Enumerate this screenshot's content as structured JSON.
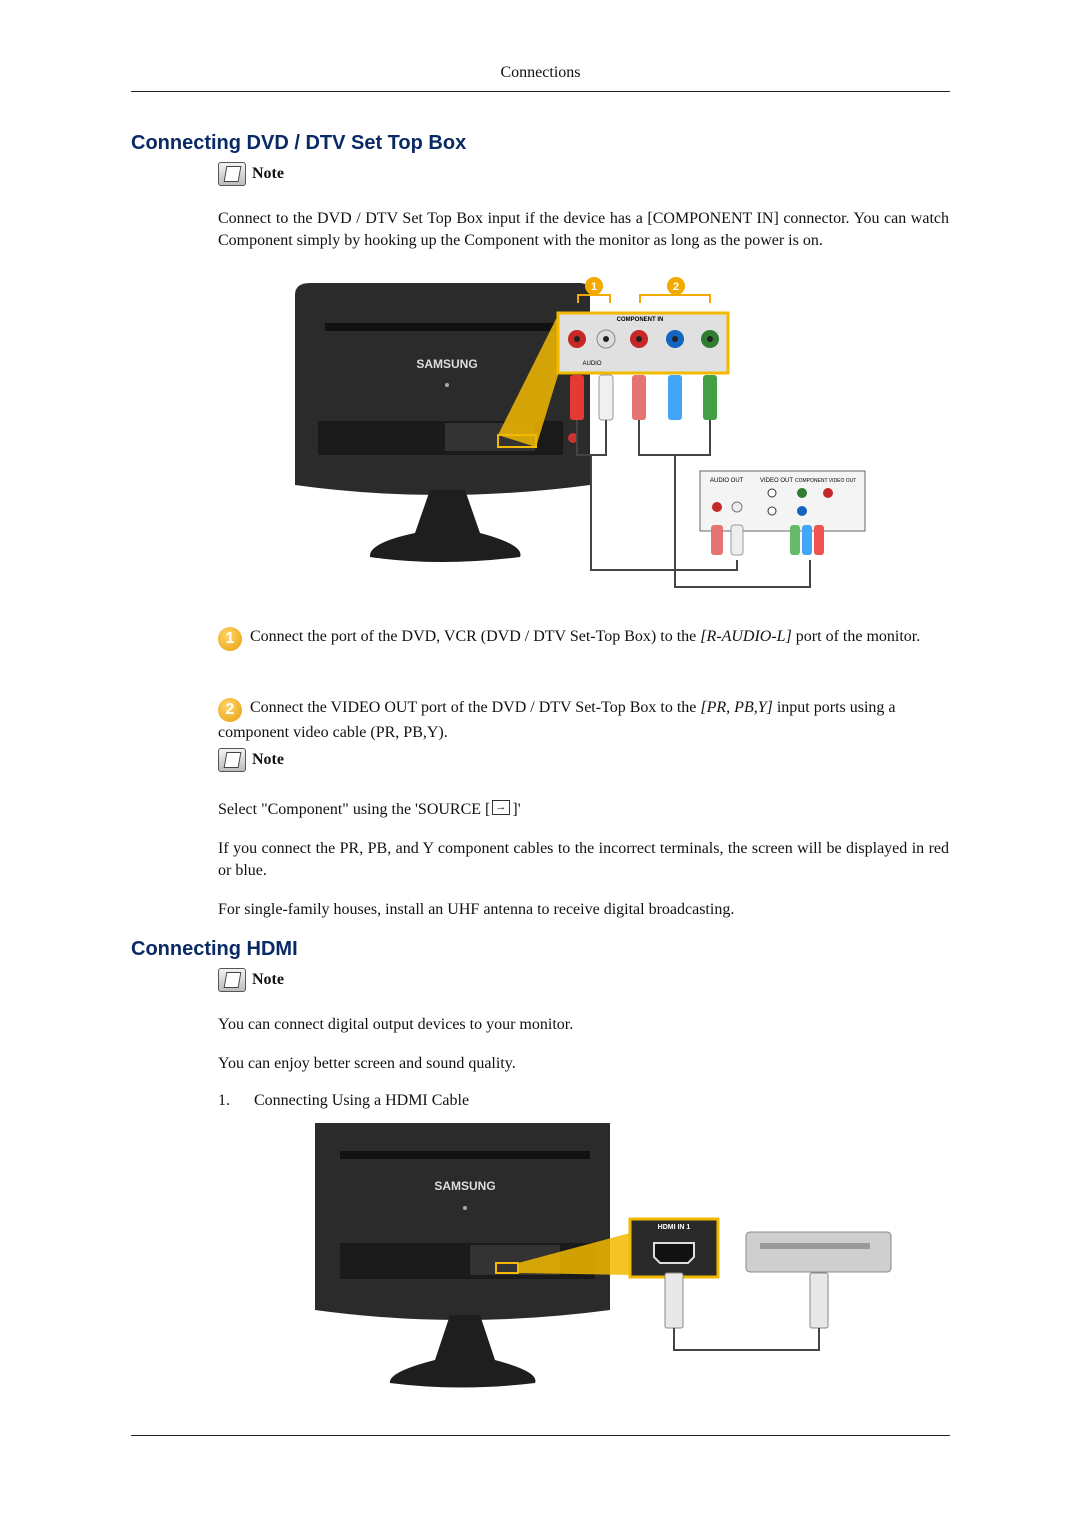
{
  "header": {
    "section": "Connections"
  },
  "dvd_section": {
    "title": "Connecting DVD / DTV Set Top Box",
    "note_label": "Note",
    "intro": "Connect to the DVD / DTV Set Top Box input if the device has a [COMPONENT IN] connector. You can watch Component simply by hooking up the Component with the monitor as long as the power is on.",
    "figure": {
      "brand": "SAMSUNG",
      "panel_label": "COMPONENT IN",
      "audio_label": "AUDIO",
      "callouts": [
        "1",
        "2"
      ],
      "device_audio_out": "AUDIO OUT",
      "device_video_out": "VIDEO OUT",
      "device_component_out": "COMPONENT VIDEO OUT"
    },
    "step1_badge": "1",
    "step1_text": "Connect the port of the DVD, VCR (DVD / DTV Set-Top Box) to the",
    "step1_port": "[R-AUDIO-L]",
    "step1_tail": "port of the monitor.",
    "step2_badge": "2",
    "step2_text": "Connect the VIDEO OUT port of the DVD / DTV Set-Top Box to the",
    "step2_ports": "[PR, PB,Y]",
    "step2_tail": "input ports using a component video cable (PR, PB,Y).",
    "note2_label": "Note",
    "select_text_a": "Select \"Component\" using the 'SOURCE [",
    "select_text_b": "]'",
    "incorrect_text": "If you connect the PR, PB, and Y component cables to the incorrect terminals, the screen will be displayed in red or blue.",
    "uhf_text": "For single-family houses, install an UHF antenna to receive digital broadcasting."
  },
  "hdmi_section": {
    "title": "Connecting HDMI",
    "note_label": "Note",
    "line1": "You can connect digital output devices to your monitor.",
    "line2": "You can enjoy better screen and sound quality.",
    "list_num": "1.",
    "list_text": "Connecting Using a HDMI Cable",
    "figure": {
      "brand": "SAMSUNG",
      "port_label": "HDMI IN 1"
    }
  }
}
